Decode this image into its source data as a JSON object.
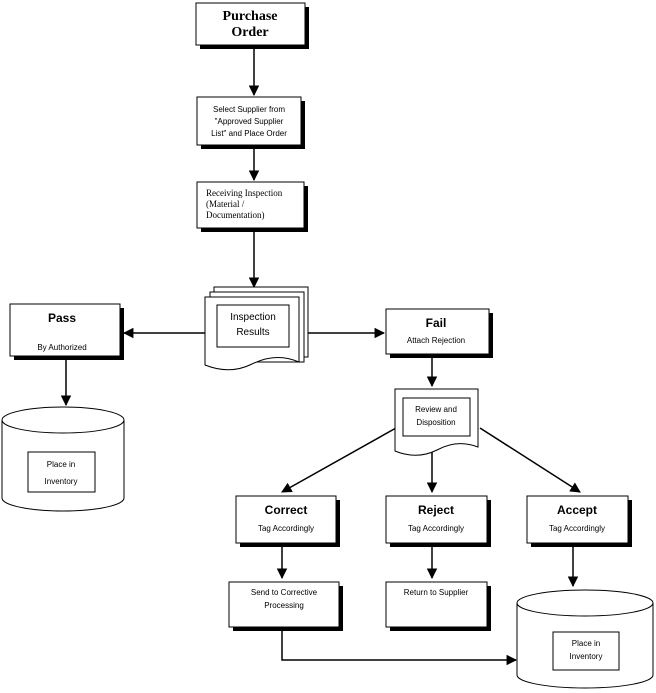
{
  "nodes": {
    "purchase_order": {
      "line1": "Purchase",
      "line2": "Order"
    },
    "select_supplier": {
      "line1": "Select Supplier from",
      "line2": "\"Approved Supplier",
      "line3": "List\" and Place Order"
    },
    "receiving_inspection": {
      "line1": "Receiving Inspection",
      "line2": "(Material /",
      "line3": "Documentation)"
    },
    "inspection_results": {
      "line1": "Inspection",
      "line2": "Results"
    },
    "pass": {
      "title": "Pass",
      "subtitle": "By Authorized"
    },
    "place_in_inventory_left": {
      "line1": "Place in",
      "line2": "Inventory"
    },
    "fail": {
      "title": "Fail",
      "subtitle": "Attach Rejection"
    },
    "review_disposition": {
      "line1": "Review and",
      "line2": "Disposition"
    },
    "correct": {
      "title": "Correct",
      "subtitle": "Tag Accordingly"
    },
    "reject": {
      "title": "Reject",
      "subtitle": "Tag Accordingly"
    },
    "accept": {
      "title": "Accept",
      "subtitle": "Tag Accordingly"
    },
    "send_corrective": {
      "line1": "Send to Corrective",
      "line2": "Processing"
    },
    "return_supplier": {
      "line1": "Return to Supplier"
    },
    "place_in_inventory_right": {
      "line1": "Place in",
      "line2": "Inventory"
    }
  }
}
